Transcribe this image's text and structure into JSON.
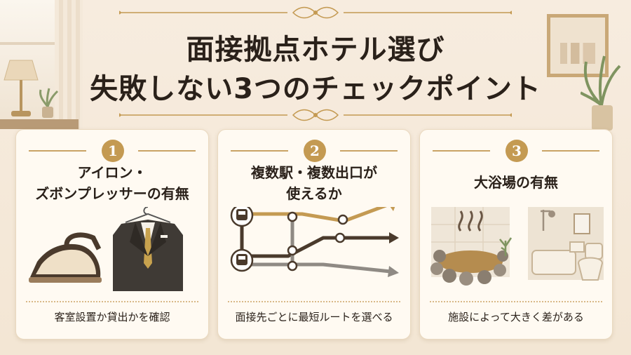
{
  "title": {
    "line1": "面接拠点ホテル選び",
    "line2": "失敗しない3つのチェックポイント"
  },
  "cards": [
    {
      "number": "1",
      "heading_line1": "アイロン・",
      "heading_line2": "ズボンプレッサーの有無",
      "caption": "客室設置か貸出かを確認",
      "icons": [
        "iron-icon",
        "suit-icon"
      ]
    },
    {
      "number": "2",
      "heading_line1": "複数駅・複数出口が",
      "heading_line2": "使えるか",
      "caption": "面接先ごとに最短ルートを選べる",
      "icons": [
        "train-icon",
        "route-map-icon"
      ]
    },
    {
      "number": "3",
      "heading_line1": "大浴場の有無",
      "heading_line2": "",
      "caption": "施設によって大きく差がある",
      "icons": [
        "hot-spring-icon",
        "unit-bath-icon"
      ]
    }
  ],
  "colors": {
    "accent_gold": "#c49a52",
    "background": "#f5e9da",
    "card": "#fffaf2",
    "text": "#2a211a"
  }
}
